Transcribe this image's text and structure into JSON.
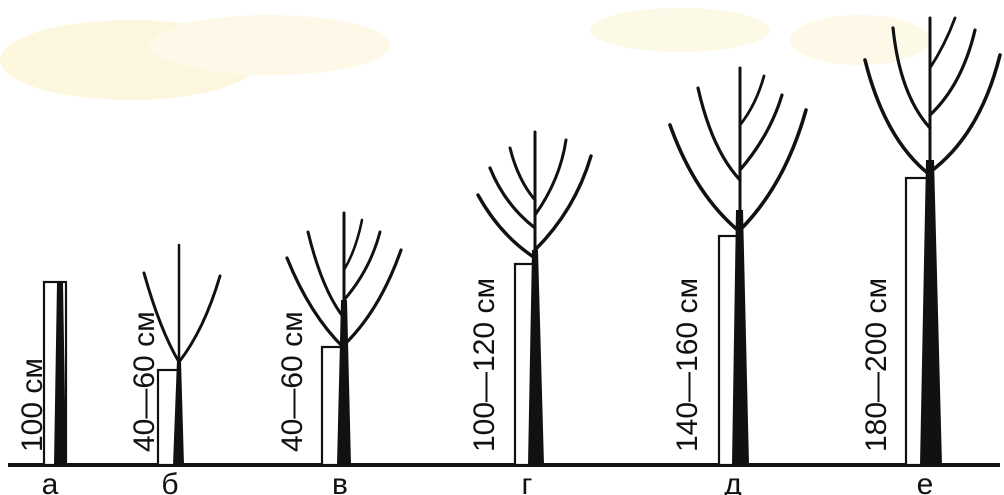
{
  "stages": [
    {
      "letter": "а",
      "height_label": "100 см"
    },
    {
      "letter": "б",
      "height_label": "40—60 см"
    },
    {
      "letter": "в",
      "height_label": "40—60 см"
    },
    {
      "letter": "г",
      "height_label": "100—120 см"
    },
    {
      "letter": "д",
      "height_label": "140—160 см"
    },
    {
      "letter": "е",
      "height_label": "180—200 см"
    }
  ],
  "colors": {
    "ink": "#111111",
    "background": "#ffffff",
    "stain": "#fbf3cf"
  }
}
